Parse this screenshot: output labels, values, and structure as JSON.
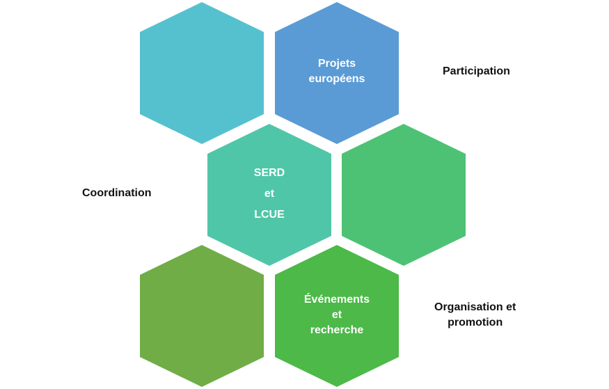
{
  "hexagons": [
    {
      "id": "top-left",
      "color": "#55C1CF",
      "lines": []
    },
    {
      "id": "projets",
      "color": "#5A9BD5",
      "lines": [
        "Projets",
        "européens"
      ]
    },
    {
      "id": "serd",
      "color": "#50C6A8",
      "lines": [
        "SERD",
        "et",
        "LCUE"
      ]
    },
    {
      "id": "middle-right",
      "color": "#4DC275",
      "lines": []
    },
    {
      "id": "bottom-left",
      "color": "#70AD47",
      "lines": []
    },
    {
      "id": "evenements",
      "color": "#4CB948",
      "lines": [
        "Événements",
        "et",
        "recherche"
      ]
    }
  ],
  "labels": {
    "participation": "Participation",
    "coordination": "Coordination",
    "organisation": [
      "Organisation et",
      "promotion"
    ]
  }
}
